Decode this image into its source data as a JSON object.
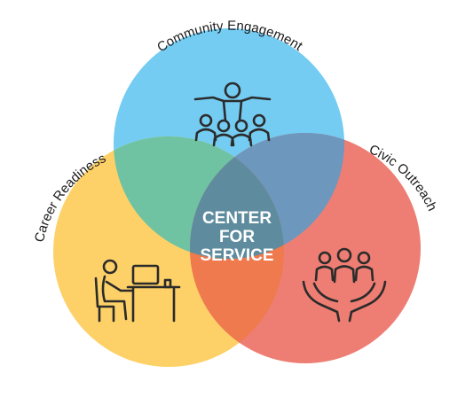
{
  "diagram": {
    "center_label": [
      "CENTER",
      "FOR",
      "SERVICE"
    ],
    "circles": [
      {
        "label": "Community Engagement",
        "color": "#74CCF2",
        "icon": "community-group-icon"
      },
      {
        "label": "Career Readiness",
        "color": "#FDD168",
        "icon": "laptop-desk-worker-icon"
      },
      {
        "label": "Civic Outreach",
        "color": "#EE7E73",
        "icon": "hands-holding-people-icon"
      }
    ],
    "overlap_colors": {
      "community_career": "#6FC3A2",
      "community_civic": "#6E97BE",
      "career_civic": "#EE7A4E",
      "center": "#5E8C9E"
    }
  }
}
